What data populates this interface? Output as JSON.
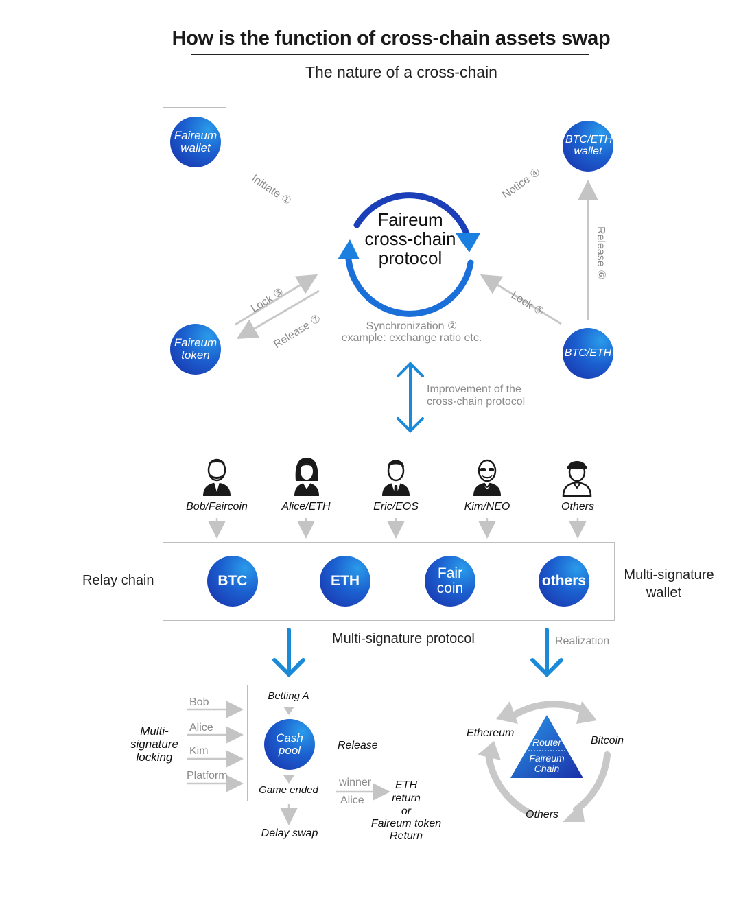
{
  "header": {
    "title": "How is the function of cross-chain assets swap",
    "subtitle": "The nature of a cross-chain"
  },
  "top": {
    "faireum_wallet": "Faireum wallet",
    "faireum_token": "Faireum token",
    "btceth_wallet": "BTC/ETH wallet",
    "btceth": "BTC/ETH",
    "protocol": "Faireum cross-chain protocol",
    "initiate": "Initiate ①",
    "notice": "Notice ④",
    "lock3": "Lock ③",
    "release7": "Release ⑦",
    "lock5": "Lock ⑤",
    "release6": "Release ⑥",
    "sync_line1": "Synchronization ②",
    "sync_line2": "example: exchange ratio etc.",
    "improvement_line1": "Improvement of the",
    "improvement_line2": "cross-chain protocol"
  },
  "users": [
    {
      "label": "Bob/Faircoin",
      "icon": "man-beard-icon"
    },
    {
      "label": "Alice/ETH",
      "icon": "woman-icon"
    },
    {
      "label": "Eric/EOS",
      "icon": "man-tie-icon"
    },
    {
      "label": "Kim/NEO",
      "icon": "man-sunglasses-icon"
    },
    {
      "label": "Others",
      "icon": "man-cap-icon"
    }
  ],
  "relay": {
    "left_label": "Relay chain",
    "right_label_line1": "Multi-signature",
    "right_label_line2": "wallet",
    "coins": [
      "BTC",
      "ETH",
      "Fair coin",
      "others"
    ],
    "protocol_label": "Multi-signature protocol",
    "realization": "Realization"
  },
  "betting": {
    "locking_label_lines": [
      "Multi-",
      "signature",
      "locking"
    ],
    "inputs": [
      "Bob",
      "Alice",
      "Kim",
      "Platform"
    ],
    "betting_a": "Betting A",
    "cash_pool": "Cash pool",
    "game_ended": "Game ended",
    "release": "Release",
    "winner": "winner",
    "alice": "Alice",
    "delay_swap": "Delay swap",
    "outcome_lines": [
      "ETH",
      "return",
      "or",
      "Faireum token",
      "Return"
    ]
  },
  "router": {
    "ethereum": "Ethereum",
    "bitcoin": "Bitcoin",
    "others": "Others",
    "router": "Router",
    "faireum_chain": "Faireum Chain"
  },
  "colors": {
    "blue_dark": "#1a2fa8",
    "blue_mid": "#1b5fcf",
    "blue_light": "#2a9bea",
    "arrow_blue": "#1a7fd4",
    "gray": "#bdbdbd"
  }
}
